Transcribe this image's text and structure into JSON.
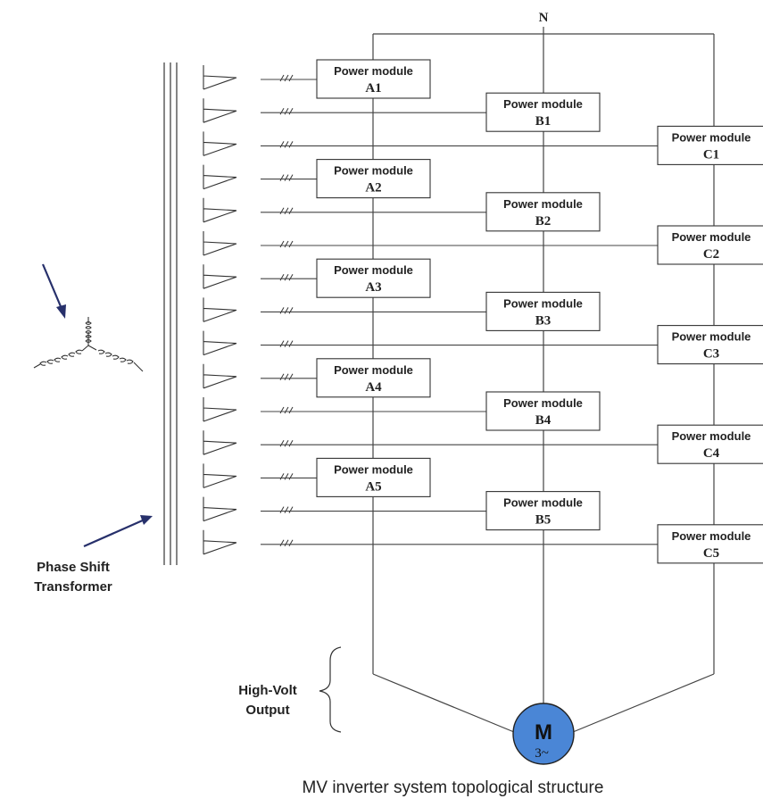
{
  "neutral_label": "N",
  "transformer_label_line1": "Phase Shift",
  "transformer_label_line2": "Transformer",
  "output_label_line1": "High-Volt",
  "output_label_line2": "Output",
  "motor_label": "M",
  "motor_phase": "3~",
  "caption": "MV inverter system topological structure",
  "colors": {
    "motor_fill": "#4a86d6",
    "arrow": "#27306b",
    "line": "#444444"
  },
  "modules": [
    {
      "title": "Power module",
      "id": "A1"
    },
    {
      "title": "Power module",
      "id": "B1"
    },
    {
      "title": "Power module",
      "id": "C1"
    },
    {
      "title": "Power module",
      "id": "A2"
    },
    {
      "title": "Power module",
      "id": "B2"
    },
    {
      "title": "Power module",
      "id": "C2"
    },
    {
      "title": "Power module",
      "id": "A3"
    },
    {
      "title": "Power module",
      "id": "B3"
    },
    {
      "title": "Power module",
      "id": "C3"
    },
    {
      "title": "Power module",
      "id": "A4"
    },
    {
      "title": "Power module",
      "id": "B4"
    },
    {
      "title": "Power module",
      "id": "C4"
    },
    {
      "title": "Power module",
      "id": "A5"
    },
    {
      "title": "Power module",
      "id": "B5"
    },
    {
      "title": "Power module",
      "id": "C5"
    }
  ]
}
